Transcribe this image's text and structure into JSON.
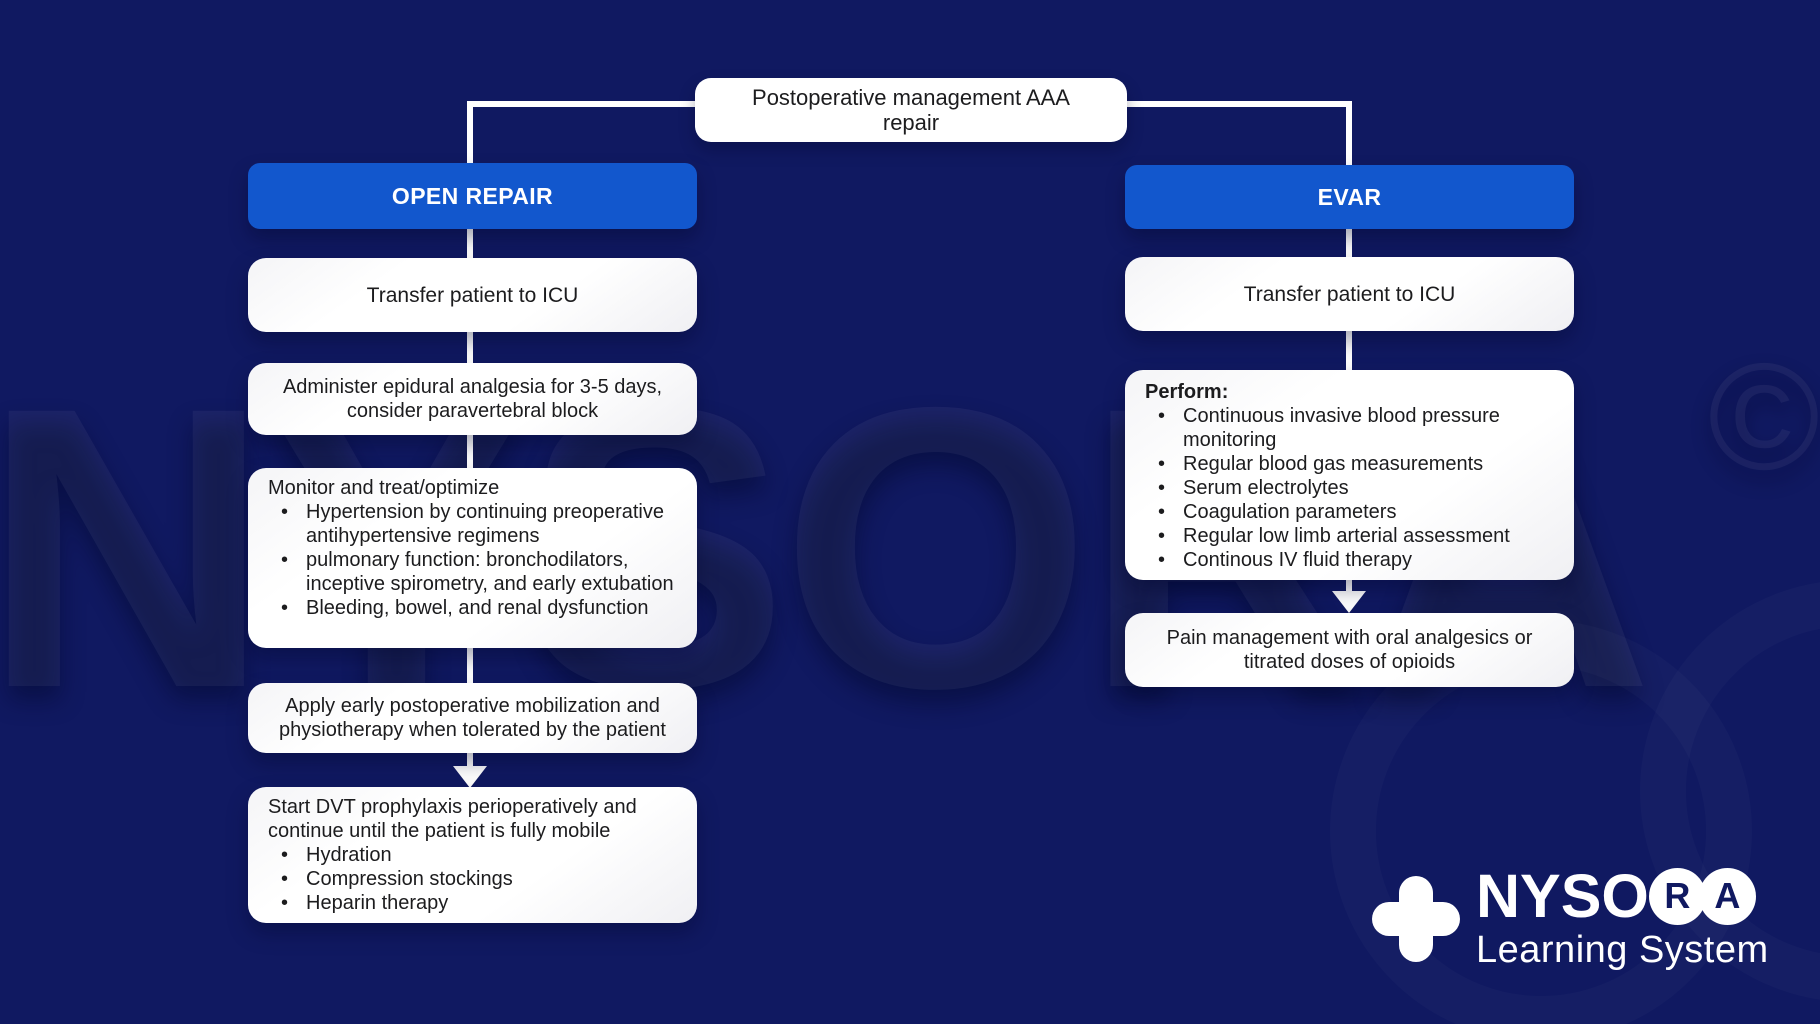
{
  "title": "Postoperative management AAA repair",
  "watermark": {
    "text": "NYSORA",
    "symbol": "©"
  },
  "colors": {
    "background": "#101961",
    "accent_blue": "#1257CD",
    "box_white": "#FFFFFF",
    "connector": "#FFFFFF"
  },
  "columns": {
    "left": {
      "header": "OPEN REPAIR",
      "step_icu": "Transfer patient to ICU",
      "step_epidural": "Administer epidural analgesia for 3-5 days, consider paravertebral block",
      "step_monitor": {
        "heading": "Monitor and treat/optimize",
        "bullets": [
          "Hypertension by continuing preoperative antihypertensive regimens",
          "pulmonary function: bronchodilators, inceptive spirometry, and early extubation",
          "Bleeding, bowel, and renal dysfunction"
        ]
      },
      "step_mobilization": "Apply early postoperative mobilization and physiotherapy when tolerated by the patient",
      "step_dvt": {
        "heading": "Start DVT prophylaxis perioperatively and continue until the patient is fully mobile",
        "bullets": [
          "Hydration",
          "Compression stockings",
          "Heparin therapy"
        ]
      }
    },
    "right": {
      "header": "EVAR",
      "step_icu": "Transfer patient to ICU",
      "step_perform": {
        "heading": "Perform:",
        "bullets": [
          "Continuous invasive blood pressure monitoring",
          "Regular blood gas measurements",
          "Serum electrolytes",
          "Coagulation parameters",
          "Regular low limb arterial assessment",
          "Continous IV fluid therapy"
        ]
      },
      "step_pain": "Pain management with oral analgesics or titrated doses of opioids"
    }
  },
  "logo": {
    "prefix": "NYSO",
    "circle_letters": [
      "R",
      "A"
    ],
    "subtitle": "Learning System"
  }
}
